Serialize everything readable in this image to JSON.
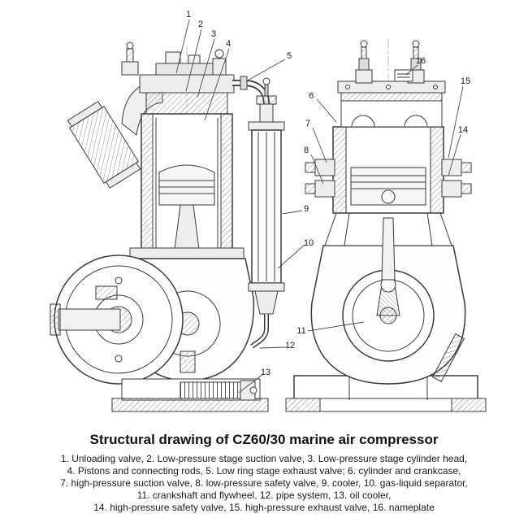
{
  "title": "Structural drawing of CZ60/30 marine air compressor",
  "caption_lines": [
    "1. Unloading valve, 2. Low-pressure stage suction valve, 3. Low-pressure stage cylinder head,",
    "4. Pistons and connecting rods, 5. Low ring stage exhaust valve; 6. cylinder and crankcase,",
    "7. high-pressure suction valve, 8. low-pressure safety valve, 9. cooler, 10. gas-liquid separator,",
    "11. crankshaft and flywheel, 12. pipe system, 13. oil cooler,",
    "14. high-pressure safety valve, 15. high-pressure exhaust valve, 16. nameplate"
  ],
  "callouts": [
    {
      "label": "1",
      "part": "Unloading valve"
    },
    {
      "label": "2",
      "part": "Low-pressure stage suction valve"
    },
    {
      "label": "3",
      "part": "Low-pressure stage cylinder head"
    },
    {
      "label": "4",
      "part": "Pistons and connecting rods"
    },
    {
      "label": "5",
      "part": "Low ring stage exhaust valve"
    },
    {
      "label": "6",
      "part": "cylinder and crankcase"
    },
    {
      "label": "7",
      "part": "high-pressure suction valve"
    },
    {
      "label": "8",
      "part": "low-pressure safety valve"
    },
    {
      "label": "9",
      "part": "cooler"
    },
    {
      "label": "10",
      "part": "gas-liquid separator"
    },
    {
      "label": "11",
      "part": "crankshaft and flywheel"
    },
    {
      "label": "12",
      "part": "pipe system"
    },
    {
      "label": "13",
      "part": "oil cooler"
    },
    {
      "label": "14",
      "part": "high-pressure safety valve"
    },
    {
      "label": "15",
      "part": "high-pressure exhaust valve"
    },
    {
      "label": "16",
      "part": "nameplate"
    }
  ],
  "colors": {
    "line": "#3a3a3a",
    "hatch": "#8a8a8a",
    "text": "#1a1a1a",
    "background": "#ffffff"
  }
}
